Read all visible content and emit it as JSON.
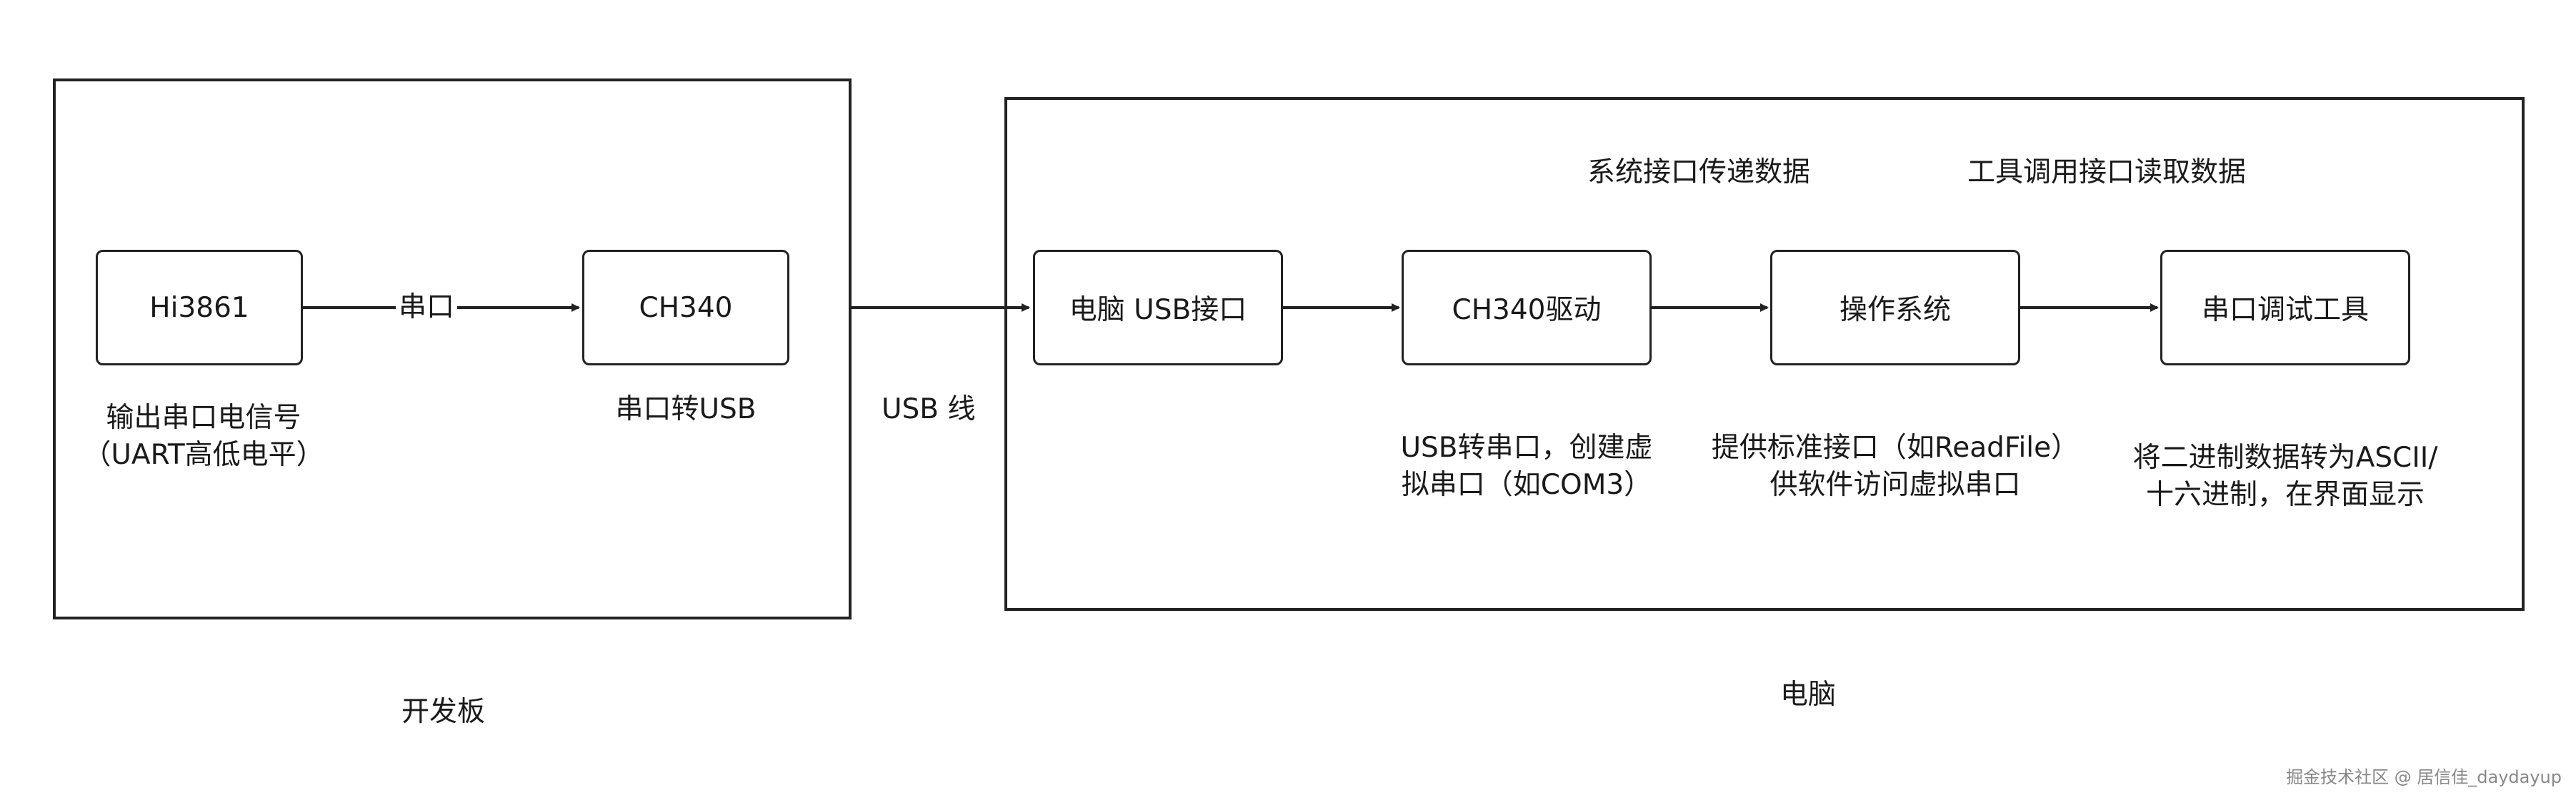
{
  "dev_board": {
    "title": "开发板",
    "hi3861": {
      "label": "Hi3861",
      "note_line1": "输出串口电信号",
      "note_line2": "（UART高低电平）"
    },
    "ch340": {
      "label": "CH340",
      "note": "串口转USB"
    },
    "edge_label": "串口"
  },
  "usb_line_label": "USB 线",
  "computer": {
    "title": "电脑",
    "usb_port": {
      "label": "电脑 USB接口"
    },
    "driver": {
      "label": "CH340驱动",
      "note_line1": "USB转串口，创建虚",
      "note_line2": "拟串口（如COM3）"
    },
    "os": {
      "label": "操作系统",
      "note_line1": "提供标准接口（如ReadFile）",
      "note_line2": "供软件访问虚拟串口"
    },
    "tool": {
      "label": "串口调试工具",
      "note_line1": "将二进制数据转为ASCII/",
      "note_line2": "十六进制，在界面显示"
    },
    "edge_label_driver_os": "系统接口传递数据",
    "edge_label_os_tool": "工具调用接口读取数据"
  },
  "watermark": "掘金技术社区 @ 居信佳_daydayup",
  "colors": {
    "stroke": "#222222",
    "text": "#1a1a1a",
    "watermark": "#888888"
  }
}
